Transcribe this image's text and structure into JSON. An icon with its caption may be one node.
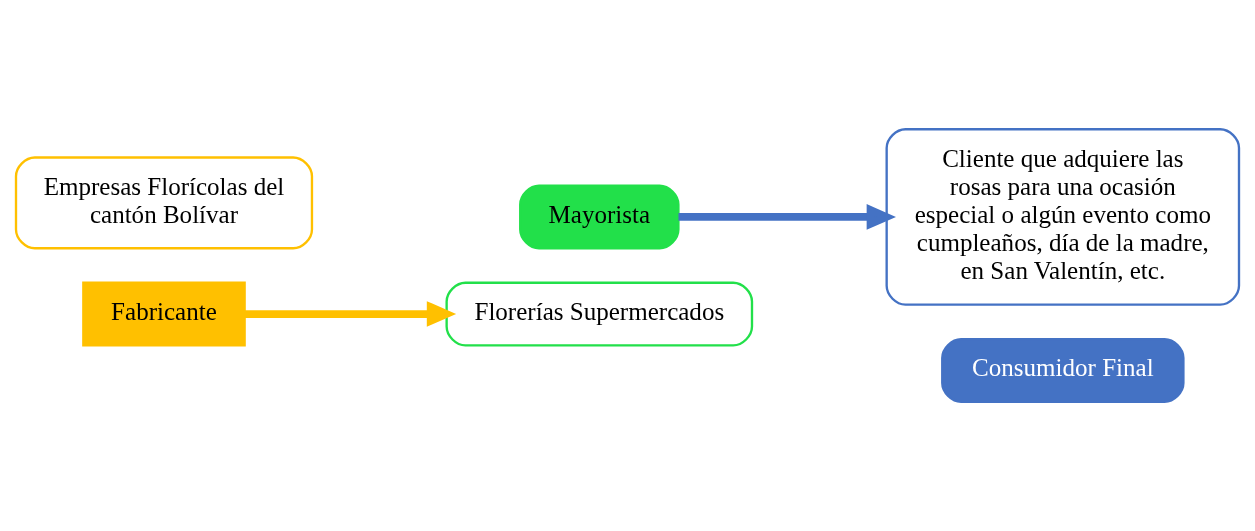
{
  "diagram": {
    "nodes": [
      {
        "text": [
          "Empresas Florícolas del cantón Bolívar"
        ]
      },
      {
        "text": [
          "Fabricante"
        ]
      },
      {
        "text": [
          "Mayorista"
        ]
      },
      {
        "text": [
          "Florerías Supermercados"
        ]
      },
      {
        "text": [
          "Cliente que adquiere las rosas para una ocasión especial o algún evento como cumpleaños, día de la madre, en San Valentín, etc."
        ]
      },
      {
        "text": [
          "Consumidor Final"
        ]
      }
    ],
    "edges": [
      {
        "from": 1,
        "to": 3,
        "arrow": "to",
        "color": "#ffc000"
      },
      {
        "from": 2,
        "to": 4,
        "arrow": "to",
        "color": "#4472c4"
      }
    ]
  }
}
